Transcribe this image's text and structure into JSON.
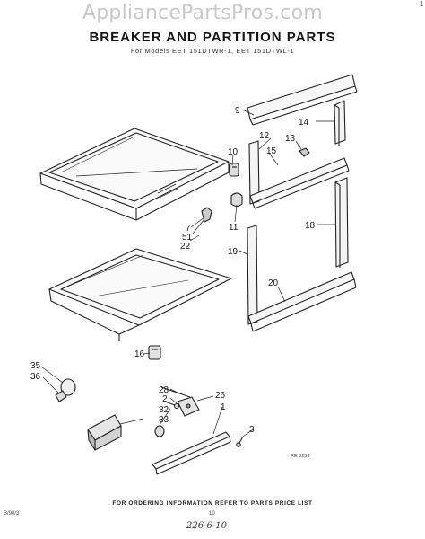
{
  "watermark": "AppliancePartsPros.com",
  "corner_mark": "1",
  "title": "BREAKER AND PARTITION PARTS",
  "subtitle": "For Models EET 151DTWR-1, EET 151DTWL-1",
  "diagram_code": "RE 0253",
  "footer": "FOR ORDERING INFORMATION REFER TO PARTS PRICE LIST",
  "page_code": "B/90/3",
  "page_number": "10",
  "handwritten_note": "226-6-10",
  "part_labels": {
    "p9": "9",
    "p14": "14",
    "p12": "12",
    "p13": "13",
    "p10": "10",
    "p15": "15",
    "p11": "11",
    "p7": "7",
    "p51": "51",
    "p22": "22",
    "p18": "18",
    "p19": "19",
    "p20": "20",
    "p35": "35",
    "p36": "36",
    "p16": "16",
    "p28": "28",
    "p2": "2",
    "p32": "32",
    "p33": "33",
    "p26": "26",
    "p1": "1",
    "p3": "3"
  }
}
